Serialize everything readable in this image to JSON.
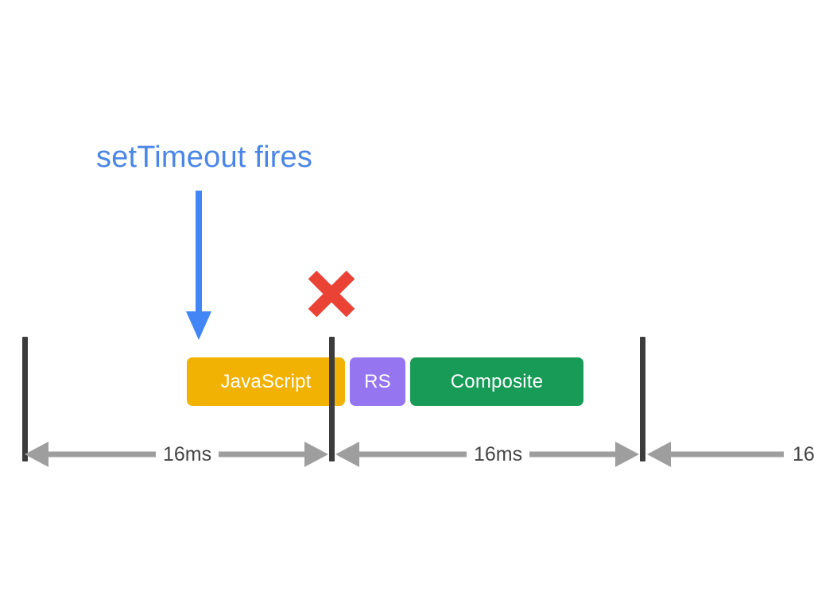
{
  "diagram": {
    "title": "setTimeout fires",
    "background_color": "#ffffff",
    "annotation": {
      "label": "setTimeout fires",
      "color": "#4a86e8",
      "arrow_color": "#4285f4",
      "arrow_direction": "down"
    },
    "missed_frame_marker": {
      "symbol": "×",
      "color": "#ea4335",
      "meaning": "missed frame deadline"
    },
    "tick_color": "#3c3c3c",
    "ticks": [
      {
        "name": "frame-boundary-1"
      },
      {
        "name": "frame-boundary-2"
      },
      {
        "name": "frame-boundary-3"
      }
    ],
    "bars": [
      {
        "label": "JavaScript",
        "color": "#f2b203",
        "text_color": "#ffffff"
      },
      {
        "label": "RS",
        "color": "#9575f0",
        "text_color": "#ffffff"
      },
      {
        "label": "Composite",
        "color": "#179b56",
        "text_color": "#ffffff"
      }
    ],
    "measurements": [
      {
        "label": "16ms",
        "truncated": false
      },
      {
        "label": "16ms",
        "truncated": false
      },
      {
        "label": "16",
        "truncated": true
      }
    ],
    "measure_color": "#9e9e9e",
    "measure_text_color": "#444444"
  }
}
